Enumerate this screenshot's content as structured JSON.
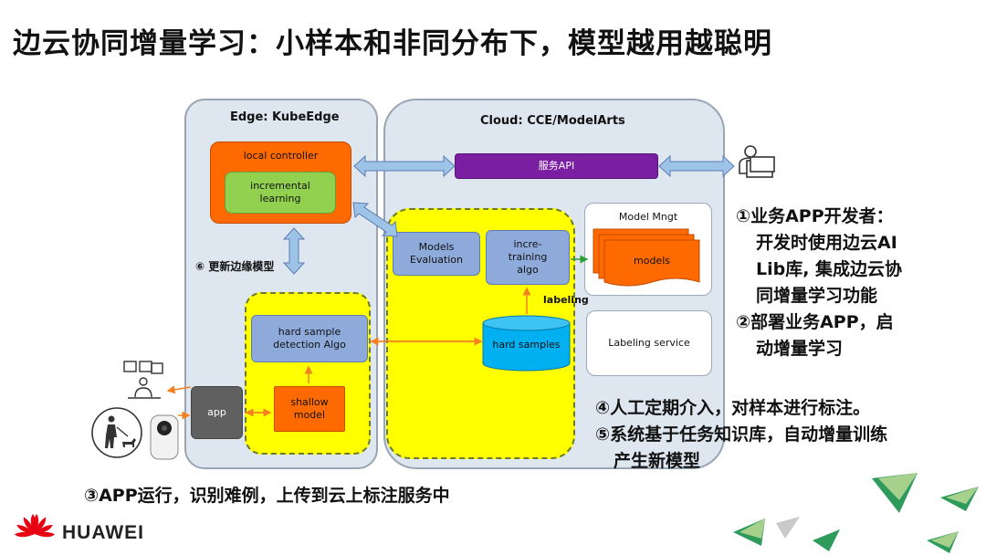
{
  "title": "边云协同增量学习：小样本和非同分布下，模型越用越聪明",
  "diagram": {
    "edge_panel": {
      "label": "Edge: KubeEdge"
    },
    "cloud_panel": {
      "label": "Cloud: CCE/ModelArts"
    },
    "local_controller": {
      "label": "local controller"
    },
    "incremental_learning": {
      "label": "incremental\nlearning"
    },
    "service_api": {
      "label": "服务API"
    },
    "update_edge_model": {
      "label": "⑥ 更新边缘模型"
    },
    "hard_sample_detection": {
      "label": "hard sample\ndetection  Algo"
    },
    "shallow_model": {
      "label": "shallow\nmodel"
    },
    "app": {
      "label": "app"
    },
    "models_evaluation": {
      "label": "Models\nEvaluation"
    },
    "incre_training": {
      "label": "incre-\ntraining\nalgo"
    },
    "labeling_tag": {
      "label": "labeling"
    },
    "hard_samples": {
      "label": "hard samples"
    },
    "model_mngt": {
      "label": "Model Mngt"
    },
    "models": {
      "label": "models"
    },
    "labeling_service": {
      "label": "Labeling service"
    }
  },
  "notes": {
    "step1_line1": "①业务APP开发者：",
    "step1_line2": "开发时使用边云AI",
    "step1_line3": "Lib库, 集成边云协",
    "step1_line4": "同增量学习功能",
    "step2_line1": "②部署业务APP，启",
    "step2_line2": "动增量学习",
    "step4": "④人工定期介入，对样本进行标注。",
    "step5_line1": "⑤系统基于任务知识库，自动增量训练",
    "step5_line2": "产生新模型",
    "step3": "③APP运行，识别难例，上传到云上标注服务中"
  },
  "logo": {
    "text": "HUAWEI",
    "color": "#e60012"
  },
  "colors": {
    "panel": "#dee6ef",
    "yellow": "#ffff00",
    "orange": "#ff6a00",
    "green": "#92d050",
    "purple": "#7b1fa2",
    "blue": "#8eaadb",
    "cylinder": "#00b0f0",
    "arrow_blue": "#9dc3e6",
    "arrow_orange": "#f4801f"
  }
}
